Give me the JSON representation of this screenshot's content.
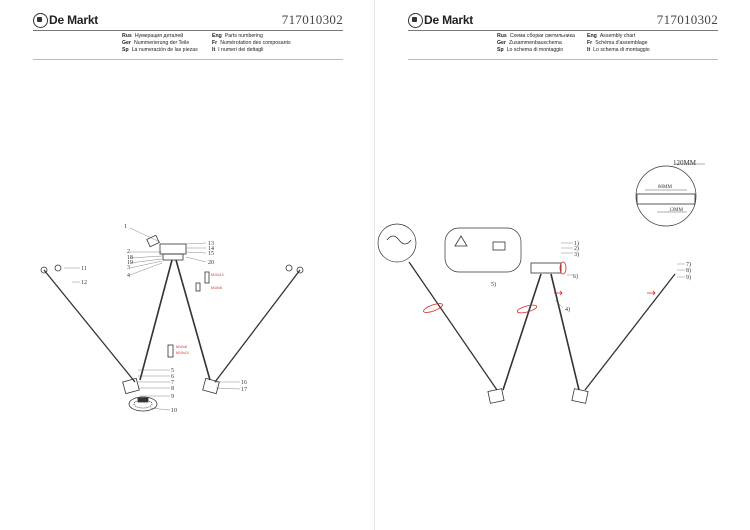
{
  "brand": "De Markt",
  "article_code": "717010302",
  "left_sheet": {
    "headings": [
      {
        "lang": "Rus",
        "text": "Нумерация деталей"
      },
      {
        "lang": "Eng",
        "text": "Parts numbering"
      },
      {
        "lang": "Ger",
        "text": "Nummerierung der Teile"
      },
      {
        "lang": "Fr",
        "text": "Numérotation des composants"
      },
      {
        "lang": "Sp",
        "text": "La numeración de las piezas"
      },
      {
        "lang": "It",
        "text": "I numeri dei dettagli"
      }
    ],
    "part_numbers": [
      "1",
      "2",
      "3",
      "4",
      "5",
      "6",
      "7",
      "8",
      "9",
      "10",
      "11",
      "12",
      "13",
      "14",
      "15",
      "16",
      "17",
      "18",
      "19",
      "20"
    ],
    "small_labels": [
      "M10x12",
      "M10x8",
      "M10x8",
      "M10x10"
    ]
  },
  "right_sheet": {
    "headings": [
      {
        "lang": "Rus",
        "text": "Схема сборки светильника"
      },
      {
        "lang": "Eng",
        "text": "Assembly chart"
      },
      {
        "lang": "Ger",
        "text": "Zusammenbauschema"
      },
      {
        "lang": "Fr",
        "text": "Schéma d'assemblage"
      },
      {
        "lang": "Sp",
        "text": "Lo schema di montaggio"
      },
      {
        "lang": "It",
        "text": "Lo schema di montaggio"
      }
    ],
    "diameter": "120MM",
    "dim_width": "80MM",
    "dim_height": "13MM",
    "step_labels": [
      "1)",
      "2)",
      "3)",
      "4)",
      "5)",
      "6)",
      "7)",
      "8)",
      "9)"
    ]
  }
}
